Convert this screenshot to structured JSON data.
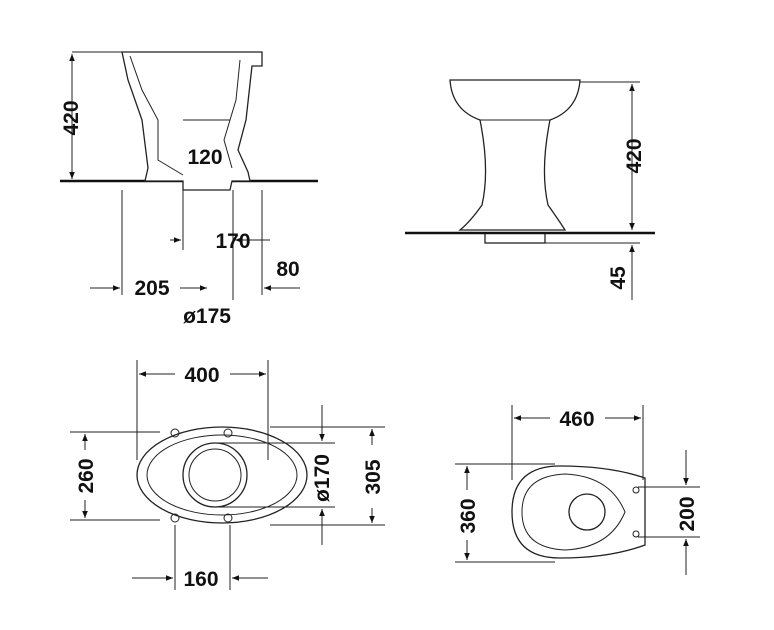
{
  "views": {
    "side": {
      "height": "420",
      "outlet": "120",
      "outlet_width": "170",
      "wall_distance": "205",
      "rear_offset": "80",
      "diameter": "ø175"
    },
    "front": {
      "height": "420",
      "outlet_depth": "45"
    },
    "base_plan": {
      "width": "400",
      "depth": "260",
      "diameter": "ø170",
      "overall_depth": "305",
      "bolt_spacing": "160"
    },
    "top_plan": {
      "length": "460",
      "width": "360",
      "mount_spacing": "200"
    }
  },
  "colors": {
    "line": "#222222",
    "text": "#111111"
  }
}
